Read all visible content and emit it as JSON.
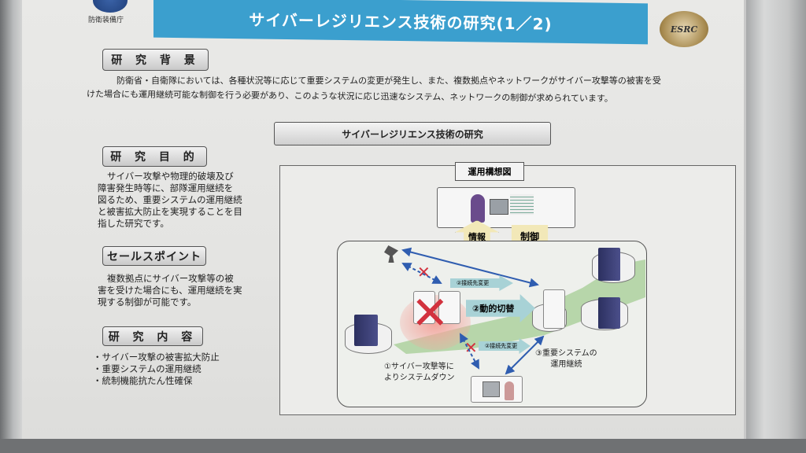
{
  "header": {
    "org": "防衛装備庁",
    "title": "サイバーレジリエンス技術の研究(1／2)",
    "logo_text": "ESRC"
  },
  "background": {
    "heading": "研 究 背 景",
    "lines": [
      "防衛省・自衛隊においては、各種状況等に応じて重要システムの変更が発生し、また、複数拠点やネットワークがサイバー攻撃等の被害を受",
      "けた場合にも運用継続可能な制御を行う必要があり、このような状況に応じ迅速なシステム、ネットワークの制御が求められています。"
    ]
  },
  "purpose": {
    "heading": "研 究 目 的",
    "lines": [
      "サイバー攻撃や物理的破壊及び",
      "障害発生時等に、部隊運用継続を",
      "図るため、重要システムの運用継続",
      "と被害拡大防止を実現することを目",
      "指した研究です。"
    ]
  },
  "selling": {
    "heading": "セールスポイント",
    "lines": [
      "複数拠点にサイバー攻撃等の被",
      "害を受けた場合にも、運用継続を実",
      "現する制御が可能です。"
    ]
  },
  "contents": {
    "heading": "研 究 内 容",
    "items": [
      "・サイバー攻撃の被害拡大防止",
      "・重要システムの運用継続",
      "・統制機能抗たん性確保"
    ]
  },
  "diagram": {
    "title": "サイバーレジリエンス技術の研究",
    "label": "運用構想図",
    "info_arrow": "情報\n取得",
    "control_arrow": "制御",
    "conn_change_1": "②接続先変更",
    "conn_change_2": "②接続先変更",
    "dynamic_switch": "②動的切替",
    "cap1_l1": "①サイバー攻撃等に",
    "cap1_l2": "よりシステムダウン",
    "cap3_l1": "③重要システムの",
    "cap3_l2": "運用継続",
    "x_mark": "✕"
  },
  "colors": {
    "title_bar": "#3b9fce",
    "x_mark": "#d2323e",
    "arrow": "#2f5db0"
  }
}
